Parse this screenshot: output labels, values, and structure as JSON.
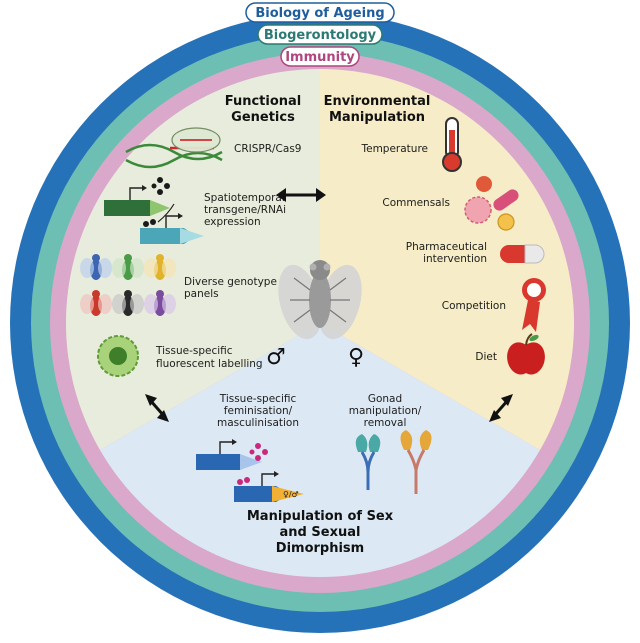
{
  "rings": {
    "outer": {
      "label": "Biology of Ageing",
      "color": "#2672b8",
      "text_color": "#1f5e9c"
    },
    "middle": {
      "label": "Biogerontology",
      "color": "#6dbfb4",
      "text_color": "#2c7a73"
    },
    "inner": {
      "label": "Immunity",
      "color": "#d9a8cb",
      "text_color": "#b0467f"
    }
  },
  "sectors": {
    "genetics": {
      "title_line1": "Functional",
      "title_line2": "Genetics",
      "color": "#e8ecdc",
      "items": {
        "crispr": "CRISPR/Cas9",
        "transgene_1": "Spatiotemporal",
        "transgene_2": "transgene/RNAi",
        "transgene_3": "expression",
        "genotype_1": "Diverse genotype",
        "genotype_2": "panels",
        "labelling_1": "Tissue-specific",
        "labelling_2": "fluorescent labelling"
      }
    },
    "environment": {
      "title_line1": "Environmental",
      "title_line2": "Manipulation",
      "color": "#f6ecc7",
      "items": {
        "temperature": "Temperature",
        "commensals": "Commensals",
        "pharma_1": "Pharmaceutical",
        "pharma_2": "intervention",
        "competition": "Competition",
        "diet": "Diet"
      }
    },
    "sex": {
      "title_line1": "Manipulation of Sex",
      "title_line2": "and Sexual",
      "title_line3": "Dimorphism",
      "color": "#dce9f4",
      "items": {
        "fem_1": "Tissue-specific",
        "fem_2": "feminisation/",
        "fem_3": "masculinisation",
        "gonad_1": "Gonad",
        "gonad_2": "manipulation/",
        "gonad_3": "removal"
      }
    }
  },
  "symbols": {
    "male": "♂",
    "female": "♀",
    "sex_tag": "♀/♂"
  },
  "icons": [
    "crispr-icon",
    "transgene-icon",
    "fly-panel-icon",
    "fluorescent-cell-icon",
    "thermometer-icon",
    "microbe-icon",
    "pill-icon",
    "rosette-icon",
    "apple-icon",
    "fly-icon",
    "gonad-icon",
    "double-arrow-icon"
  ]
}
